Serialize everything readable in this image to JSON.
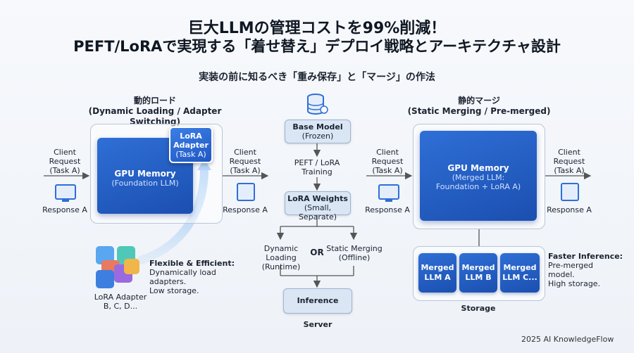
{
  "title_line1": "巨大LLMの管理コストを99%削減！",
  "title_line2": "PEFT/LoRAで実現する「着せ替え」デプロイ戦略とアーキテクチャ設計",
  "subtitle": "実装の前に知るべき「重み保存」と「マージ」の作法",
  "left": {
    "heading_ja": "動的ロード",
    "heading_en": "(Dynamic Loading / Adapter Switching)",
    "client_request": [
      "Client",
      "Request",
      "(Task A)"
    ],
    "gpu_main": "GPU Memory",
    "gpu_sub": "(Foundation LLM)",
    "lora_adapter": [
      "LoRA",
      "Adapter",
      "(Task A)"
    ],
    "client_request_out": [
      "Client",
      "Request",
      "(Task A)"
    ],
    "response_in": "Response A",
    "response_out": "Response A",
    "flex_title": "Flexible & Efficient:",
    "flex_lines": [
      "Dynamically load adapters.",
      "Low storage."
    ],
    "adapters_label": [
      "LoRA Adapter",
      "B, C, D..."
    ]
  },
  "center": {
    "base_model": "Base Model",
    "base_frozen": "(Frozen)",
    "training": [
      "PEFT / LoRA",
      "Training"
    ],
    "lora_weights": "LoRA Weights",
    "lora_weights_sub": "(Small, Separate)",
    "dynamic": [
      "Dynamic Loading",
      "(Runtime)"
    ],
    "or": "OR",
    "static": [
      "Static Merging",
      "(Offline)"
    ],
    "inference": "Inference Server"
  },
  "right": {
    "heading_ja": "静的マージ",
    "heading_en": "(Static Merging / Pre-merged)",
    "client_request": [
      "Client",
      "Request",
      "(Task A)"
    ],
    "gpu_main": "GPU Memory",
    "gpu_sub": [
      "(Merged LLM:",
      "Foundation + LoRA A)"
    ],
    "client_request_out": [
      "Client",
      "Request",
      "(Task A)"
    ],
    "response_in": "Response A",
    "response_out": "Response A",
    "merged": [
      [
        "Merged",
        "LLM A"
      ],
      [
        "Merged",
        "LLM B"
      ],
      [
        "Merged",
        "LLM C..."
      ]
    ],
    "storage": "Storage",
    "faster_title": "Faster Inference:",
    "faster_lines": [
      "Pre-merged",
      "model.",
      "High storage."
    ]
  },
  "footer": "2025 AI KnowledgeFlow",
  "colors": {
    "accent": "#2f6fd6",
    "dark_blue": "#1b4fb0",
    "arrow": "#555555"
  }
}
